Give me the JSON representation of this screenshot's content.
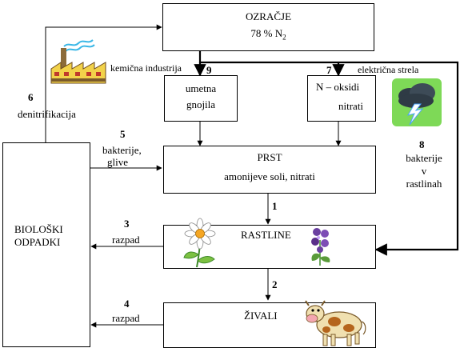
{
  "boxes": {
    "atmosphere": {
      "title": "OZRAČJE",
      "value": "78 % N",
      "sub": "2"
    },
    "fertilizer": {
      "line1": "umetna",
      "line2": "gnojila"
    },
    "oxides": {
      "line1": "N – oksidi",
      "line2": "nitrati"
    },
    "soil": {
      "title": "PRST",
      "subtitle": "amonijeve soli, nitrati"
    },
    "plants": {
      "title": "RASTLINE"
    },
    "animals": {
      "title": "ŽIVALI"
    },
    "waste": {
      "line1": "BIOLOŠKI",
      "line2": "ODPADKI"
    }
  },
  "labels": {
    "industry": "kemična industrija",
    "lightning": "električna strela",
    "denitrification": "denitrifikacija",
    "bacteria_fungi_1": "bakterije,",
    "bacteria_fungi_2": "glive",
    "decay_plants": "razpad",
    "decay_animals": "razpad",
    "bacteria_plants_1": "bakterije",
    "bacteria_plants_2": "v",
    "bacteria_plants_3": "rastlinah"
  },
  "numbers": {
    "n1": "1",
    "n2": "2",
    "n3": "3",
    "n4": "4",
    "n5": "5",
    "n6": "6",
    "n7": "7",
    "n8": "8",
    "n9": "9"
  },
  "icons": {
    "factory": "factory-icon",
    "storm": "storm-cloud-icon",
    "flower": "daisy-icon",
    "violet": "violet-flower-icon",
    "cow": "cow-icon"
  }
}
